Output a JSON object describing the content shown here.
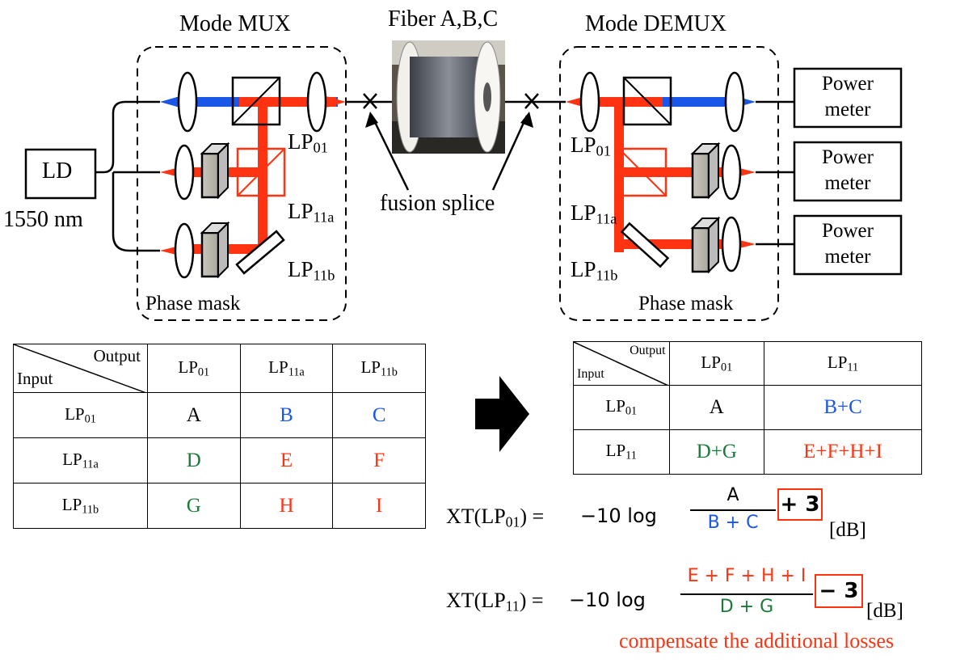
{
  "setup": {
    "mux_title": "Mode MUX",
    "fiber_title": "Fiber A,B,C",
    "demux_title": "Mode DEMUX",
    "ld_label": "LD",
    "wavelength": "1550 nm",
    "fusion_splice": "fusion splice",
    "mux_phase_mask": "Phase mask",
    "demux_phase_mask": "Phase mask",
    "power_meter": [
      "Power meter",
      "Power meter",
      "Power meter"
    ],
    "mux_labels": {
      "lp01": "LP01",
      "lp11a": "LP11a",
      "lp11b": "LP11b"
    },
    "demux_labels": {
      "lp01": "LP01",
      "lp11a": "LP11a",
      "lp11b": "LP11b"
    }
  },
  "table1": {
    "corner_output": "Output",
    "corner_input": "Input",
    "columns": [
      "LP01",
      "LP11a",
      "LP11b"
    ],
    "rows": [
      {
        "label": "LP01",
        "cells": [
          "A",
          "B",
          "C"
        ],
        "colors": [
          "#000000",
          "#1a56e8",
          "#1a56e8"
        ]
      },
      {
        "label": "LP11a",
        "cells": [
          "D",
          "E",
          "F"
        ],
        "colors": [
          "#1a7a3a",
          "#ff3311",
          "#ff3311"
        ]
      },
      {
        "label": "LP11b",
        "cells": [
          "G",
          "H",
          "I"
        ],
        "colors": [
          "#1a7a3a",
          "#ff3311",
          "#ff3311"
        ]
      }
    ]
  },
  "table2": {
    "corner_output": "Output",
    "corner_input": "Input",
    "columns": [
      "LP01",
      "LP11"
    ],
    "rows": [
      {
        "label": "LP01",
        "cells": [
          "A",
          "B+C"
        ],
        "colors": [
          "#000000",
          "#1a56e8"
        ]
      },
      {
        "label": "LP11",
        "cells": [
          "D+G",
          "E+F+H+I"
        ],
        "colors": [
          "#1a7a3a",
          "#ff3311"
        ]
      }
    ]
  },
  "equations": {
    "xt01_lhs": "XT(LP01) =",
    "xt11_lhs": "XT(LP11) =",
    "prefix": "−10 log",
    "xt01_num": "A",
    "xt01_den": "B + C",
    "xt01_corr": "+ 3",
    "xt11_num": "E + F + H + I",
    "xt11_den": "D + G",
    "xt11_corr": "− 3",
    "unit": "[dB]",
    "note": "compensate the additional losses"
  },
  "colors": {
    "blue_beam": "#1a56e8",
    "red_beam": "#ff3311",
    "green_text": "#1a7a3a",
    "blue_text": "#1a56e8",
    "red_text": "#ff3311",
    "arrow": "#000000"
  }
}
